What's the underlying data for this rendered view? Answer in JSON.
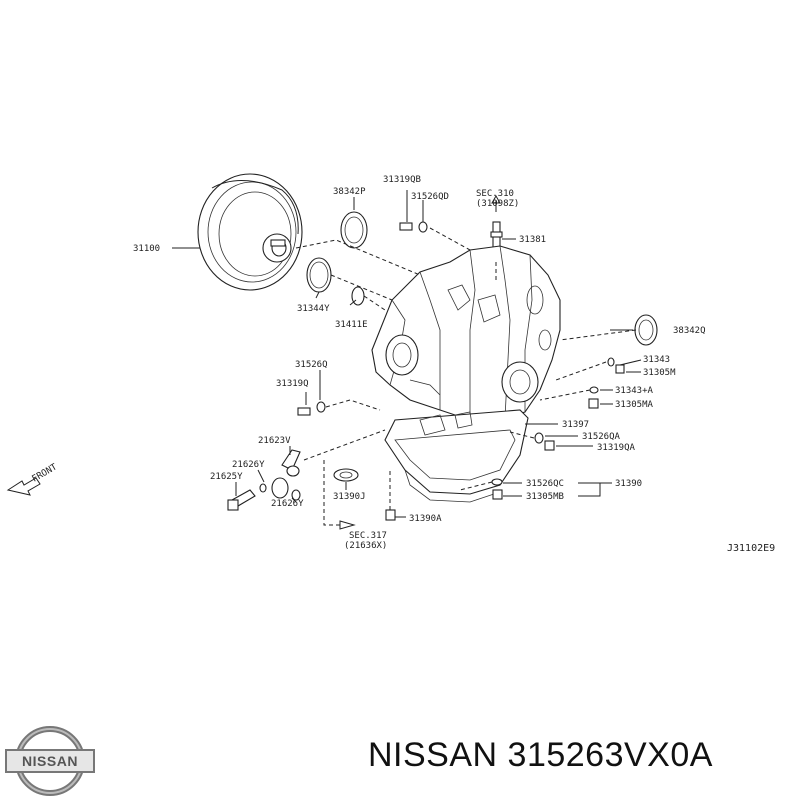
{
  "labels": {
    "p31100": "31100",
    "p38342P": "38342P",
    "p31319QB": "31319QB",
    "p31526QD": "31526QD",
    "sec310a": "SEC.310",
    "sec310b": "(31098Z)",
    "p31381": "31381",
    "p31344Y": "31344Y",
    "p31411E": "31411E",
    "p38342Q": "38342Q",
    "p31526Q": "31526Q",
    "p31343": "31343",
    "p31305M": "31305M",
    "p31319Q": "31319Q",
    "p31343A": "31343+A",
    "p31305MA": "31305MA",
    "p31397": "31397",
    "p21623V": "21623V",
    "p31526QA": "31526QA",
    "p31319QA": "31319QA",
    "p21626Y_a": "21626Y",
    "p21625Y": "21625Y",
    "p31526QC": "31526QC",
    "p31390": "31390",
    "p31390J": "31390J",
    "p21626Y_b": "21626Y",
    "p31305MB": "31305MB",
    "p31390A": "31390A",
    "sec317a": "SEC.317",
    "sec317b": "(21636X)",
    "front": "FRONT",
    "code": "J31102E9"
  },
  "footer": {
    "title": "NISSAN 315263VX0A",
    "logo_text": "NISSAN"
  }
}
